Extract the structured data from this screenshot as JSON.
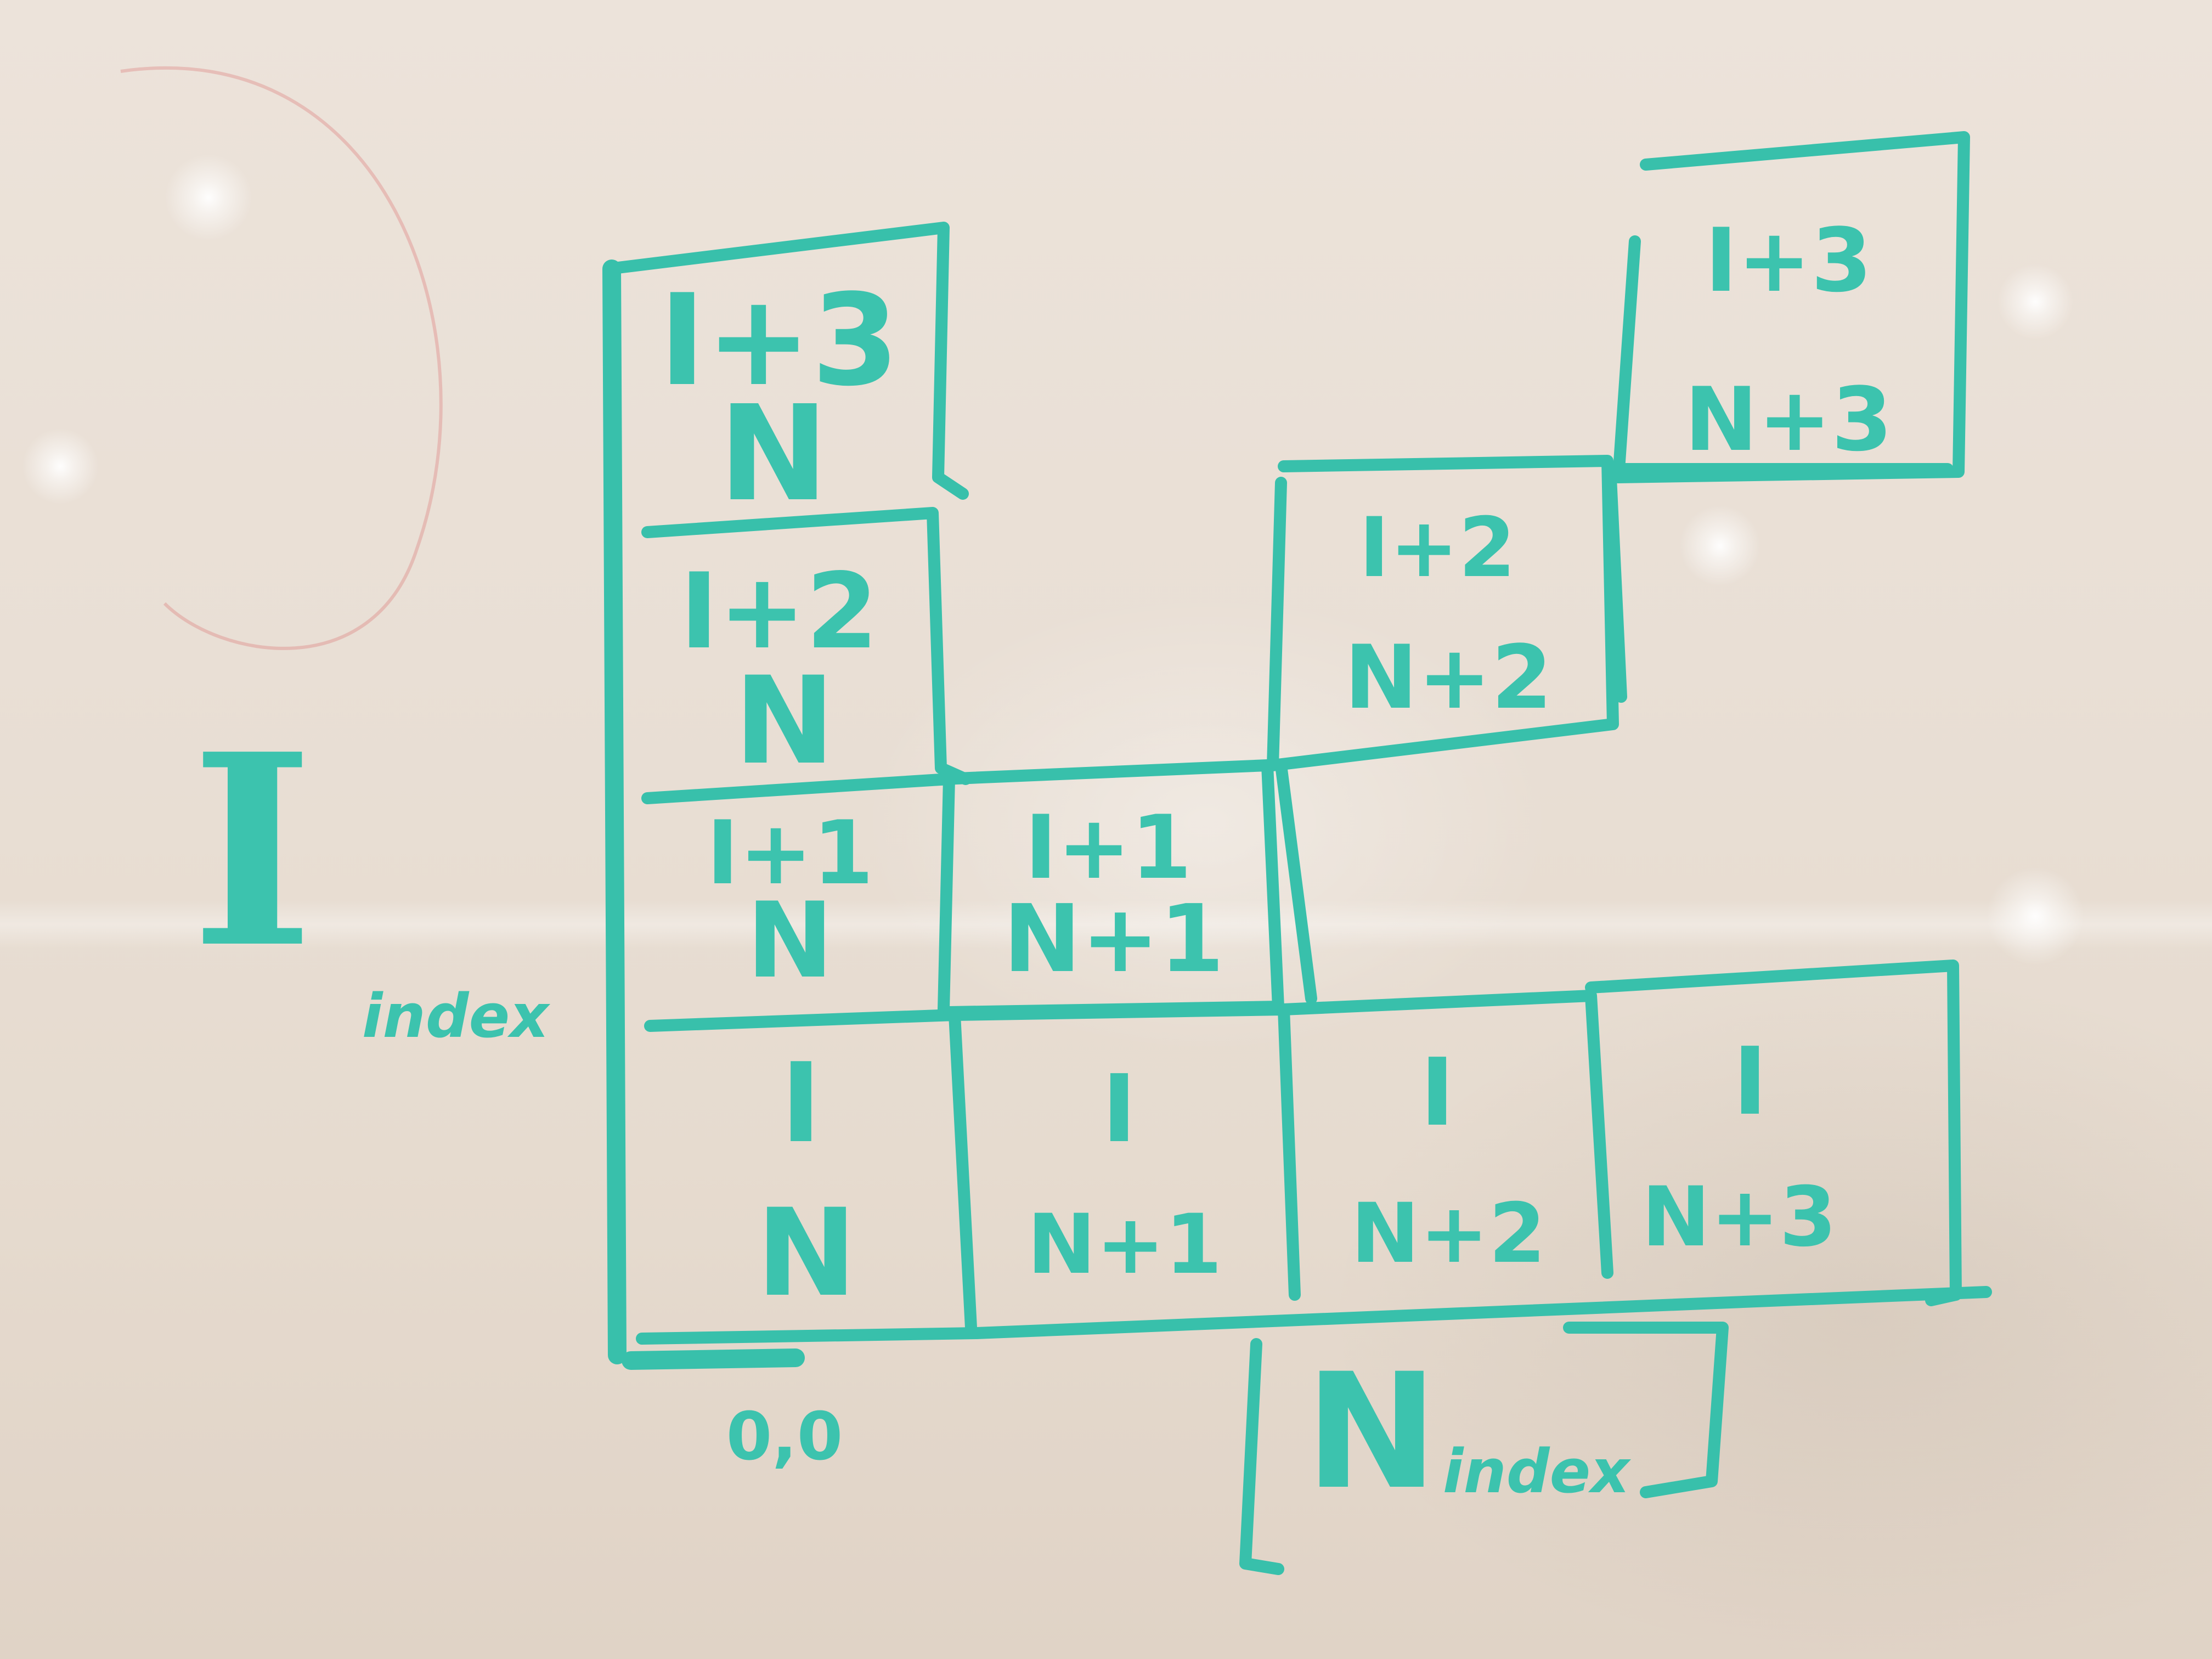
{
  "diagram": {
    "ink_color": "#38c0ab",
    "y_axis_label": "I",
    "y_axis_sublabel": "index",
    "x_axis_label": "N",
    "x_axis_sublabel": "index",
    "origin_label": "0,0",
    "cells": [
      {
        "id": "r0c0",
        "i": "I",
        "n": "N"
      },
      {
        "id": "r0c1",
        "i": "I",
        "n": "N+1"
      },
      {
        "id": "r0c2",
        "i": "I",
        "n": "N+2"
      },
      {
        "id": "r0c3",
        "i": "I",
        "n": "N+3"
      },
      {
        "id": "r1c0",
        "i": "I+1",
        "n": "N"
      },
      {
        "id": "r1c1",
        "i": "I+1",
        "n": "N+1"
      },
      {
        "id": "r2c0",
        "i": "I+2",
        "n": "N"
      },
      {
        "id": "r2c2",
        "i": "I+2",
        "n": "N+2"
      },
      {
        "id": "r3c0",
        "i": "I+3",
        "n": "N"
      },
      {
        "id": "r3c3",
        "i": "I+3",
        "n": "N+3"
      }
    ]
  }
}
